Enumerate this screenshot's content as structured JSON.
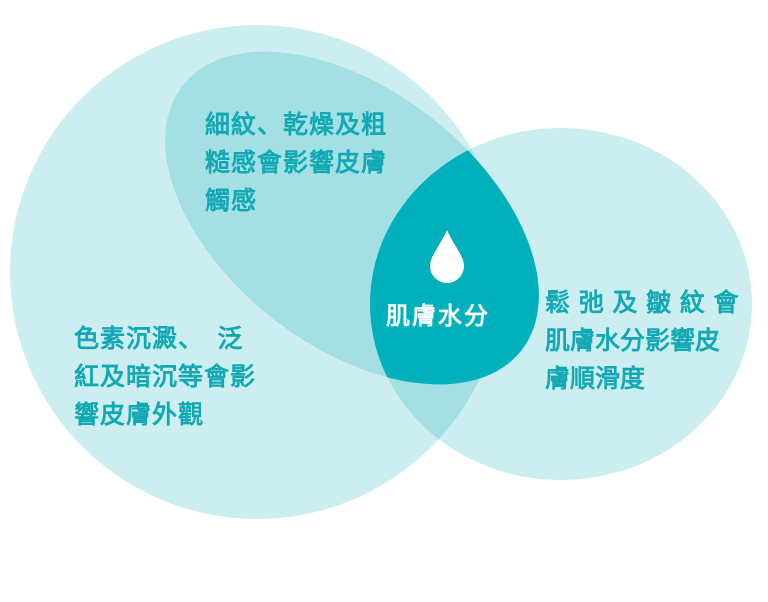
{
  "colors": {
    "light": "#cdeef0",
    "mid": "#a3dfe3",
    "dark": "#00b0bb",
    "text": "#12a9b4"
  },
  "labels": {
    "top": [
      "細紋、乾燥及粗",
      "糙感會影響皮膚",
      "觸感"
    ],
    "left": [
      "色素沉澱、　泛",
      "紅及暗沉等會影",
      "響皮膚外觀"
    ],
    "right": [
      "鬆 弛 及 皺 紋 會",
      "肌膚水分影響皮",
      "膚順滑度"
    ],
    "center": "肌膚水分"
  },
  "icons": {
    "center": "water-drop-icon"
  }
}
